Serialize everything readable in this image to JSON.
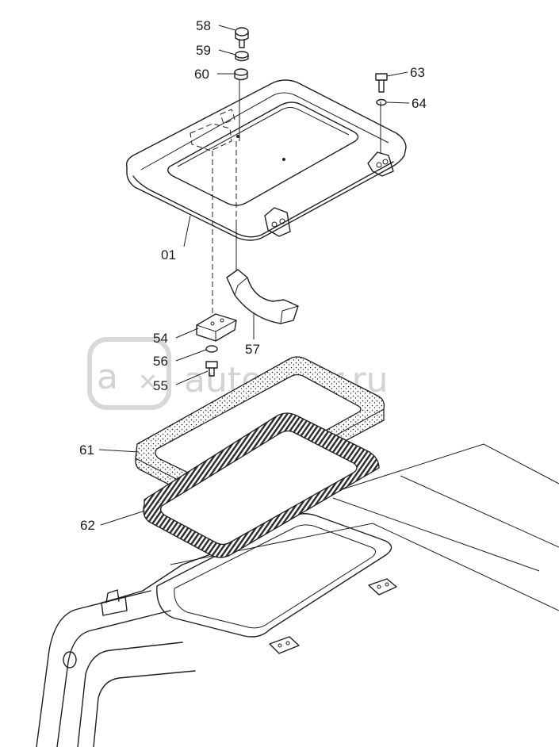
{
  "watermark": {
    "logo_text": "a",
    "site_text": "autopiter.ru"
  },
  "callouts": [
    {
      "id": "58",
      "label": "58"
    },
    {
      "id": "59",
      "label": "59"
    },
    {
      "id": "60",
      "label": "60"
    },
    {
      "id": "63",
      "label": "63"
    },
    {
      "id": "64",
      "label": "64"
    },
    {
      "id": "01",
      "label": "01"
    },
    {
      "id": "54",
      "label": "54"
    },
    {
      "id": "57",
      "label": "57"
    },
    {
      "id": "56",
      "label": "56"
    },
    {
      "id": "55",
      "label": "55"
    },
    {
      "id": "61",
      "label": "61"
    },
    {
      "id": "62",
      "label": "62"
    }
  ]
}
